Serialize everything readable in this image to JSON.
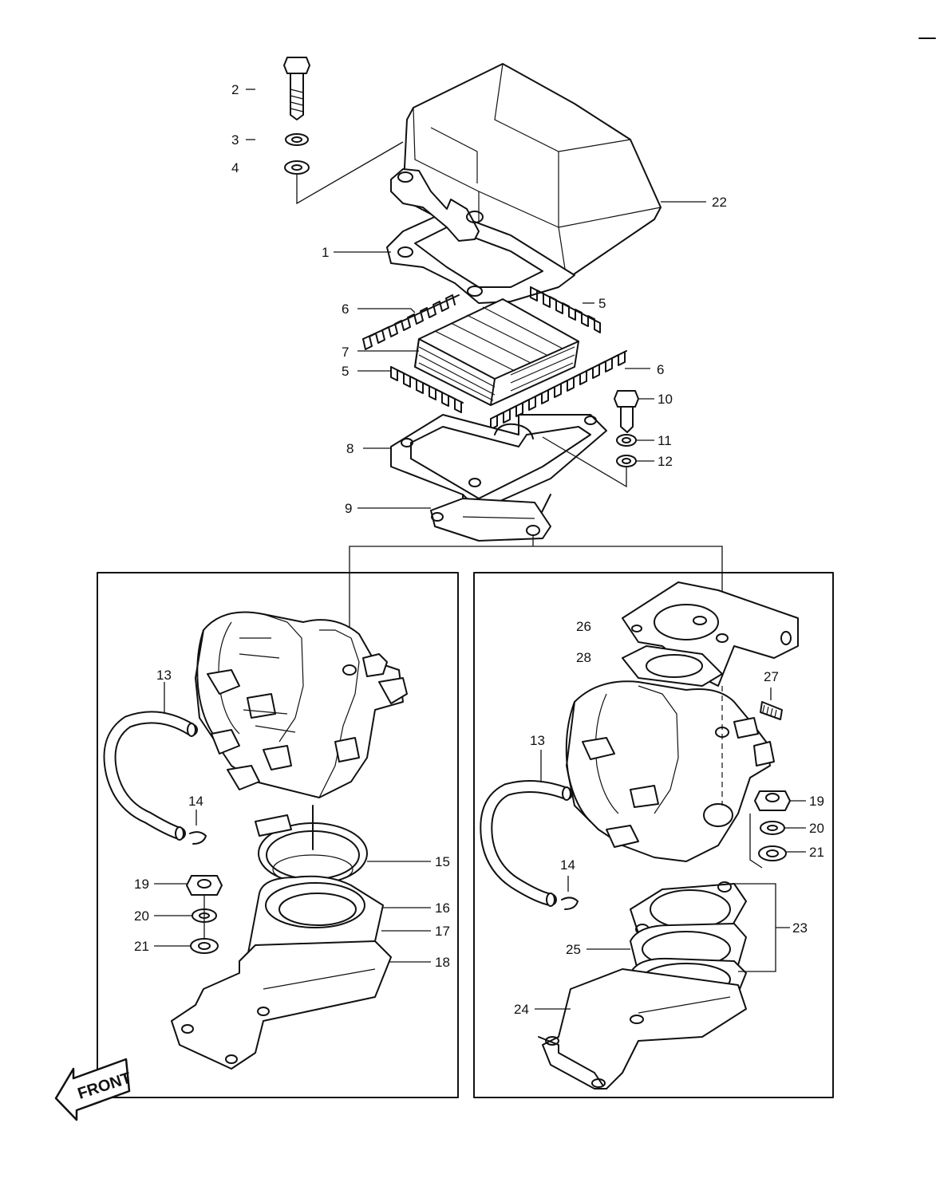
{
  "labels": {
    "l1": "1",
    "l2": "2",
    "l3": "3",
    "l4": "4",
    "l5a": "5",
    "l5b": "5",
    "l6a": "6",
    "l6b": "6",
    "l7": "7",
    "l8": "8",
    "l9": "9",
    "l10": "10",
    "l11": "11",
    "l12": "12",
    "l13a": "13",
    "l13b": "13",
    "l14a": "14",
    "l14b": "14",
    "l15": "15",
    "l16": "16",
    "l17": "17",
    "l18": "18",
    "l19a": "19",
    "l19b": "19",
    "l20a": "20",
    "l20b": "20",
    "l21a": "21",
    "l21b": "21",
    "l22": "22",
    "l23": "23",
    "l24": "24",
    "l25": "25",
    "l26": "26",
    "l27": "27",
    "l28": "28"
  },
  "front_arrow": "FRONT",
  "icons": {
    "front": "front-arrow-icon"
  }
}
